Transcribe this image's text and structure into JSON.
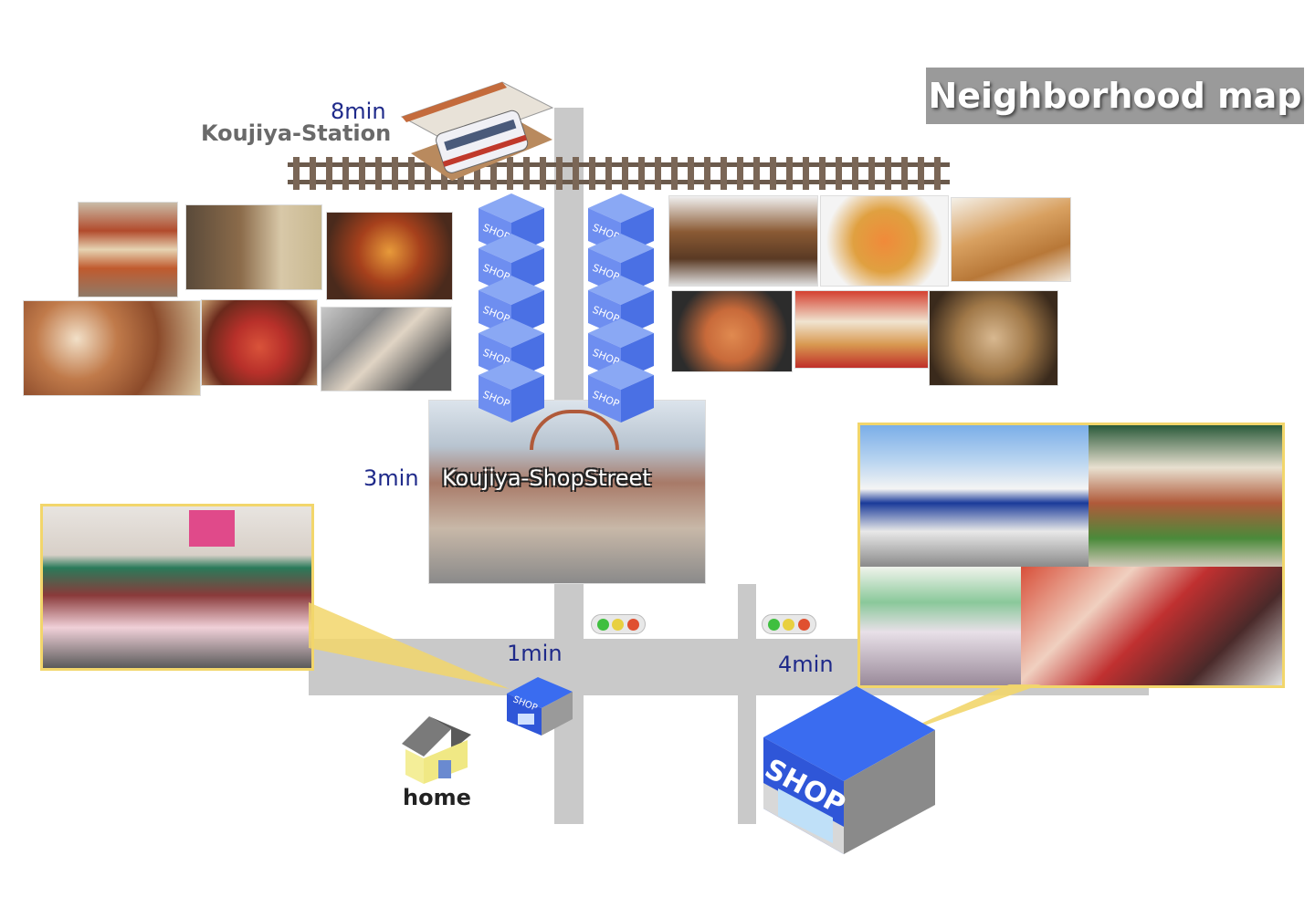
{
  "title": "Neighborhood map",
  "station": {
    "time": "8min",
    "name": "Koujiya-Station"
  },
  "shop_street": {
    "time": "3min",
    "name": "Koujiya-ShopStreet"
  },
  "near_shop": {
    "time": "1min",
    "sign": "SHOP"
  },
  "super_shop": {
    "time": "4min",
    "sign": "SHOP"
  },
  "home": {
    "label": "home"
  },
  "shop_cube_label": "SHOP",
  "colors": {
    "road": "#c9c9c9",
    "shop_blue": "#2f56d8",
    "time_text": "#1f2a8a",
    "frame": "#f2d66b",
    "title_bg": "#9a9a9a"
  }
}
